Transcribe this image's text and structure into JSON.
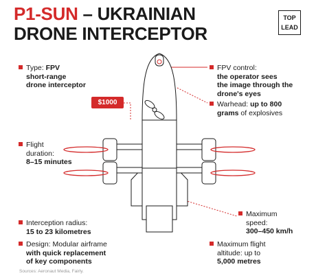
{
  "header": {
    "title_accent": "P1-SUN",
    "title_rest_line1": " – UKRAINIAN",
    "title_line2": "DRONE INTERCEPTOR",
    "logo_line1": "TOP",
    "logo_line2": "LEAD"
  },
  "price_tag": "$1000",
  "callouts": {
    "type": {
      "l1_label": "Type: ",
      "l1_value": "FPV",
      "l2": "short-range",
      "l3": "drone interceptor"
    },
    "flight": {
      "l1": "Flight",
      "l2": "duration:",
      "l3": "8–15 minutes"
    },
    "radius": {
      "l1": "Interception radius:",
      "l2": "15 to 23 kilometres"
    },
    "design": {
      "l1": "Design: Modular airframe",
      "l2": "with quick replacement",
      "l3": "of key components"
    },
    "fpv": {
      "l1": "FPV control:",
      "l2": "the operator sees",
      "l3": "the image through the",
      "l4": "drone's eyes"
    },
    "warhead": {
      "l1_label": "Warhead: ",
      "l1_value": "up to 800",
      "l2_value": "grams",
      "l2_rest": " of explosives"
    },
    "speed": {
      "l1": "Maximum",
      "l2": "speed:",
      "l3": "300–450 km/h"
    },
    "altitude": {
      "l1": "Maximum flight",
      "l2": "altitude: up to",
      "l3": "5,000 metres"
    }
  },
  "sources": "Sources: Aeronaut Media, Fairly.",
  "colors": {
    "accent": "#d42a2a",
    "ink": "#1a1a1a",
    "muted": "#9a9a9a"
  }
}
